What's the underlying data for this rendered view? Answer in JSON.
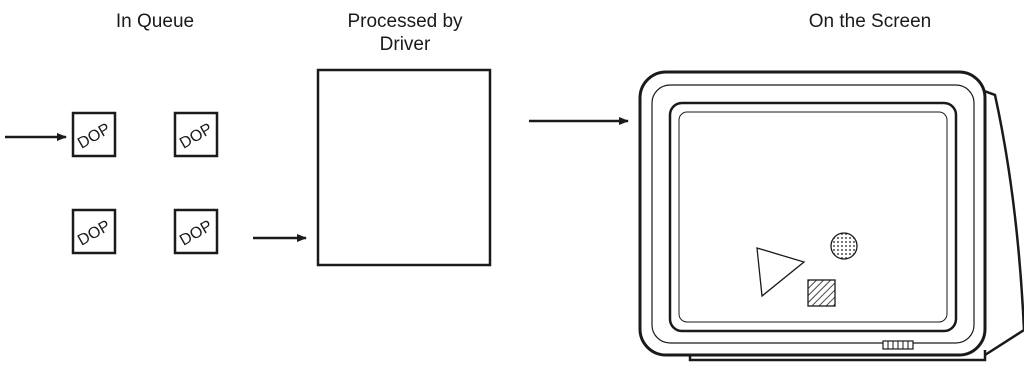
{
  "stages": [
    {
      "id": "queue",
      "title": "In Queue"
    },
    {
      "id": "driver",
      "title": "Processed by\nDriver"
    },
    {
      "id": "screen",
      "title": "On the Screen"
    }
  ],
  "queue_items": [
    {
      "label": "DOP"
    },
    {
      "label": "DOP"
    },
    {
      "label": "DOP"
    },
    {
      "label": "DOP"
    }
  ],
  "screen_shapes": [
    {
      "shape": "triangle",
      "fill": "none"
    },
    {
      "shape": "circle",
      "fill": "dotted"
    },
    {
      "shape": "square",
      "fill": "hatched"
    }
  ],
  "colors": {
    "ink": "#1a1a1a",
    "background": "#ffffff"
  }
}
